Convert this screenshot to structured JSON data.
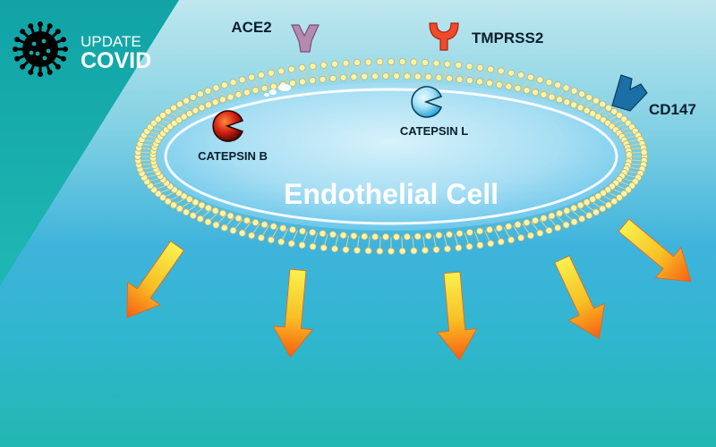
{
  "logo": {
    "top": "UPDATE",
    "bottom": "COVID",
    "icon": "virus-icon"
  },
  "receptors": {
    "ace2": "ACE2",
    "tmprss2": "TMPRSS2",
    "cd147": "CD147"
  },
  "enzymes": {
    "catepsin_b": "CATEPSIN B",
    "catepsin_l": "CATEPSIN L"
  },
  "cell": {
    "label": "Endothelial Cell"
  },
  "colors": {
    "teal": "#1aa9a5",
    "membrane_head": "#fbf3a6",
    "membrane_stroke": "#b9b27a",
    "ace2": "#b58ab0",
    "tmprss2": "#f04a2b",
    "cd147": "#1a6fa6",
    "arrow_top": "#fff44a",
    "arrow_bottom": "#ff5a0c"
  }
}
